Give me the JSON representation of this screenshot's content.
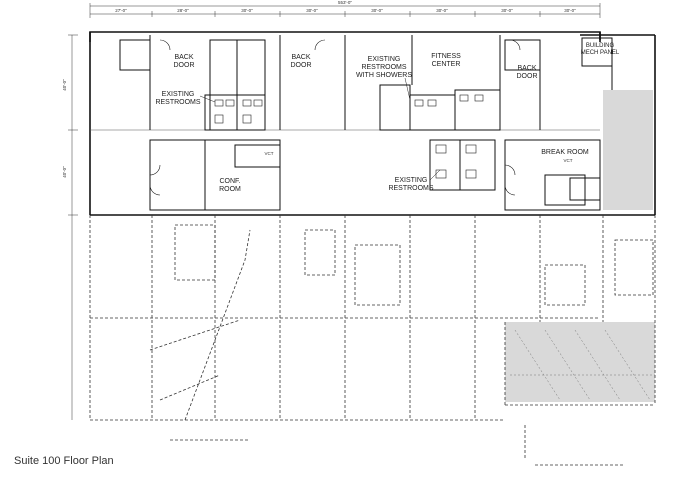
{
  "caption": "Suite 100 Floor Plan",
  "room_labels": {
    "back_door_1": [
      "BACK",
      "DOOR"
    ],
    "back_door_2": [
      "BACK",
      "DOOR"
    ],
    "back_door_3": [
      "BACK",
      "DOOR"
    ],
    "restrooms_left": [
      "EXISTING",
      "RESTROOMS"
    ],
    "restrooms_showers": [
      "EXISTING",
      "RESTROOMS",
      "WITH SHOWERS"
    ],
    "fitness": [
      "FITNESS",
      "CENTER"
    ],
    "building_mech": [
      "BUILDING",
      "MECH PANEL"
    ],
    "conf_room": [
      "CONF.",
      "ROOM"
    ],
    "restrooms_mid": [
      "EXISTING",
      "RESTROOMS"
    ],
    "break_room": [
      "BREAK ROOM"
    ]
  },
  "dimensions": {
    "overall": "553'-0\"",
    "segments": [
      "27'-0\"",
      "28'-0\"",
      "30'-0\"",
      "30'-0\"",
      "30'-0\"",
      "30'-0\"",
      "30'-0\"",
      "30'-0\""
    ],
    "vertical_left": [
      "40'-0\"",
      "40'-0\""
    ]
  },
  "finish_notes": [
    "VCT",
    "VCT"
  ],
  "colors": {
    "line": "#111111",
    "shade": "#d9d9d9"
  }
}
